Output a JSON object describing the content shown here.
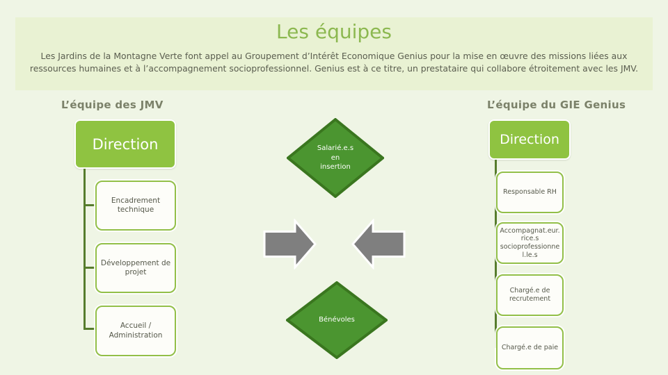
{
  "slide": {
    "title": "Les équipes",
    "subtitle": "Les Jardins de la Montagne Verte font appel au Groupement d’Intérêt Economique Genius pour la mise en œuvre des missions liées aux ressources humaines et à l’accompagnement socioprofessionnel. Genius est à ce titre, un prestataire qui collabore étroitement avec les JMV."
  },
  "jmv_team": {
    "heading": "L’équipe des JMV",
    "root_label": "Direction",
    "children": [
      "Encadrement technique",
      "Développement de projet",
      "Accueil / Administration"
    ]
  },
  "genius_team": {
    "heading": "L’équipe du GIE Genius",
    "root_label": "Direction",
    "children": [
      "Responsable RH",
      "Accompagnat.eur.rice.s socioprofessionnel.le.s",
      "Chargé.e de recrutement",
      "Chargé.e de paie"
    ]
  },
  "center_shapes": {
    "insertion_diamond_label": "Salarié.e.s\nen\ninsertion",
    "benevoles_diamond_label": "Bénévoles"
  },
  "colors": {
    "accent_green": "#8fc341",
    "diamond_green": "#4b9530",
    "diamond_border": "#3a761f",
    "title_green": "#8cb850",
    "connector_green": "#567c2d",
    "arrow_gray": "#7f7f7f",
    "band_background": "#e9f2d3",
    "slide_background": "#eff5e5"
  }
}
